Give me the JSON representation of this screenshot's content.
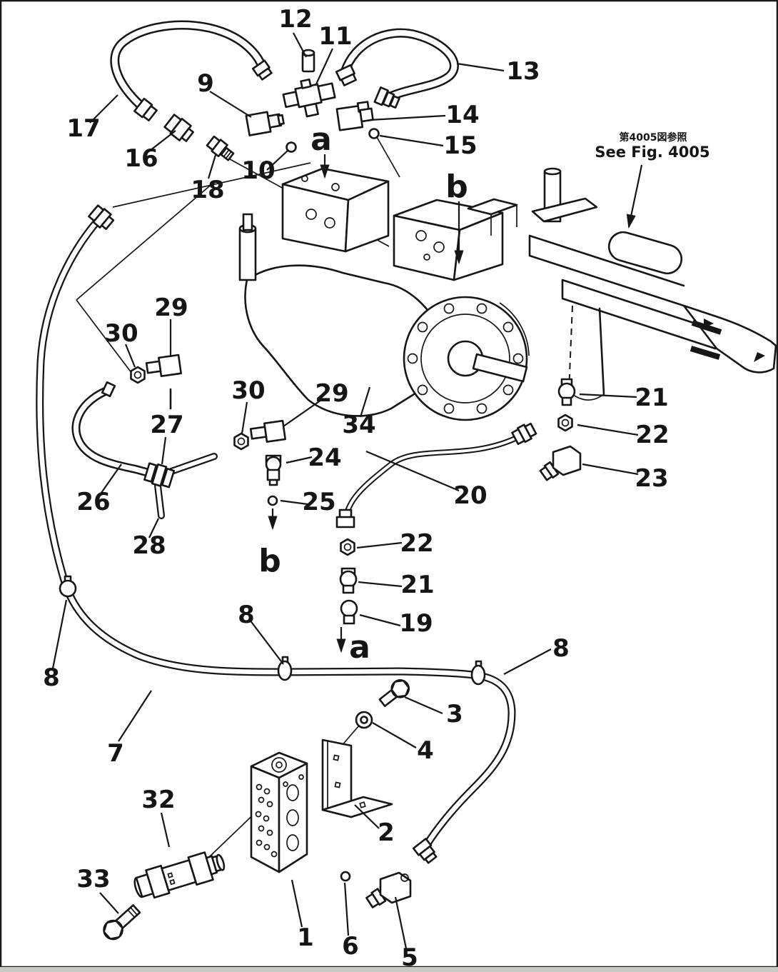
{
  "figure": {
    "reference": {
      "ja": "第4005図参照",
      "en": "See Fig. 4005"
    },
    "labels": [
      "12",
      "11",
      "13",
      "9",
      "14",
      "17",
      "16",
      "15",
      "10",
      "18",
      "a",
      "b",
      "29",
      "30",
      "30",
      "29",
      "34",
      "21",
      "22",
      "23",
      "24",
      "27",
      "26",
      "25",
      "20",
      "28",
      "b",
      "22",
      "21",
      "19",
      "8",
      "8",
      "a",
      "8",
      "3",
      "7",
      "4",
      "2",
      "32",
      "33",
      "1",
      "6",
      "5"
    ]
  }
}
